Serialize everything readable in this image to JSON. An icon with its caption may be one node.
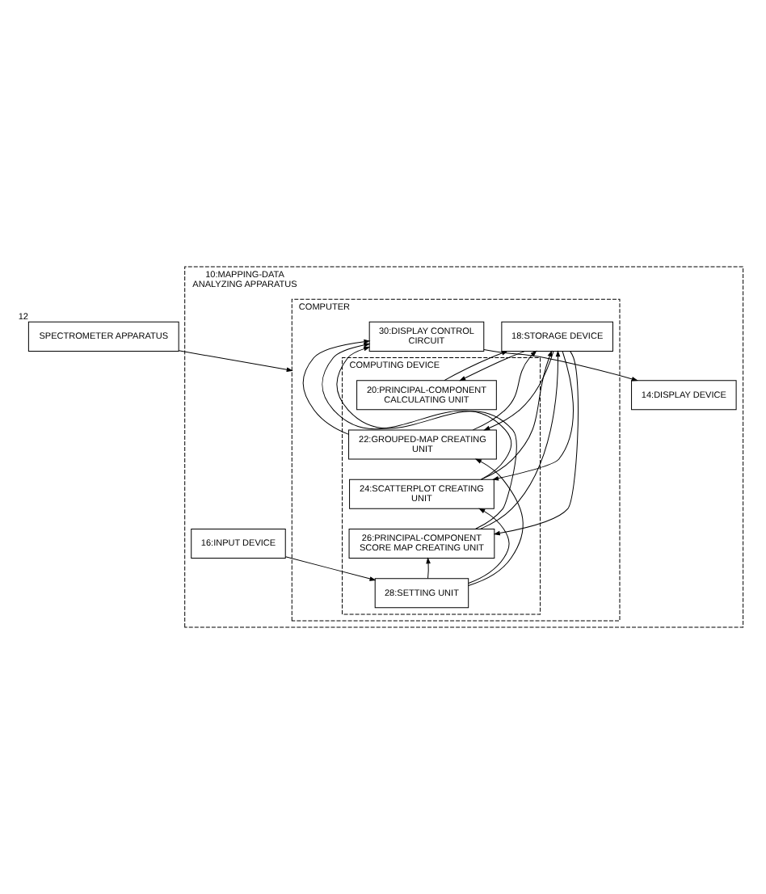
{
  "diagram": {
    "nodes": [
      {
        "text": [
          "SPECTROMETER APPARATUS"
        ],
        "beside": [
          "12"
        ]
      },
      {
        "text": [
          "10:MAPPING-DATA ANALYZING APPARATUS"
        ]
      },
      {
        "text": [
          "COMPUTER"
        ],
        "in": 1
      },
      {
        "text": [
          "COMPUTING DEVICE"
        ],
        "in": 2
      },
      {
        "text": [
          "18:STORAGE DEVICE"
        ],
        "in": 2
      },
      {
        "text": [
          "20:PRINCIPAL-COMPONENT CALCULATING UNIT"
        ],
        "in": 3
      },
      {
        "text": [
          "22:GROUPED-MAP CREATING UNIT"
        ],
        "in": 3
      },
      {
        "text": [
          "24:SCATTERPLOT CREATING UNIT"
        ],
        "in": 3
      },
      {
        "text": [
          "26:PRINCIPAL-COMPONENT SCORE MAP CREATING UNIT"
        ],
        "in": 3
      },
      {
        "text": [
          "28:SETTING UNIT"
        ],
        "in": 3
      },
      {
        "text": [
          "30:DISPLAY CONTROL CIRCUIT"
        ],
        "in": 2
      },
      {
        "text": [
          "14:DISPLAY DEVICE"
        ],
        "in": 1
      },
      {
        "text": [
          "16:INPUT DEVICE"
        ],
        "in": 1
      }
    ],
    "edges": [
      {
        "from": 0,
        "to": 2,
        "arrow": "to"
      },
      {
        "from": 5,
        "to": 4,
        "arrow": "to"
      },
      {
        "from": 4,
        "to": 5,
        "arrow": "to"
      },
      {
        "from": 4,
        "to": 6,
        "arrow": "to"
      },
      {
        "from": 6,
        "to": 4,
        "arrow": "to"
      },
      {
        "from": 6,
        "to": 10,
        "arrow": "to"
      },
      {
        "from": 4,
        "to": 7,
        "arrow": "to"
      },
      {
        "from": 7,
        "to": 4,
        "arrow": "to"
      },
      {
        "from": 7,
        "to": 10,
        "arrow": "to"
      },
      {
        "from": 4,
        "to": 8,
        "arrow": "to"
      },
      {
        "from": 8,
        "to": 4,
        "arrow": "to"
      },
      {
        "from": 8,
        "to": 10,
        "arrow": "to"
      },
      {
        "from": 9,
        "to": 6,
        "arrow": "to"
      },
      {
        "from": 9,
        "to": 7,
        "arrow": "to"
      },
      {
        "from": 9,
        "to": 8,
        "arrow": "to"
      },
      {
        "from": 10,
        "to": 11,
        "arrow": "to"
      },
      {
        "from": 12,
        "to": 9,
        "arrow": "to"
      }
    ]
  }
}
